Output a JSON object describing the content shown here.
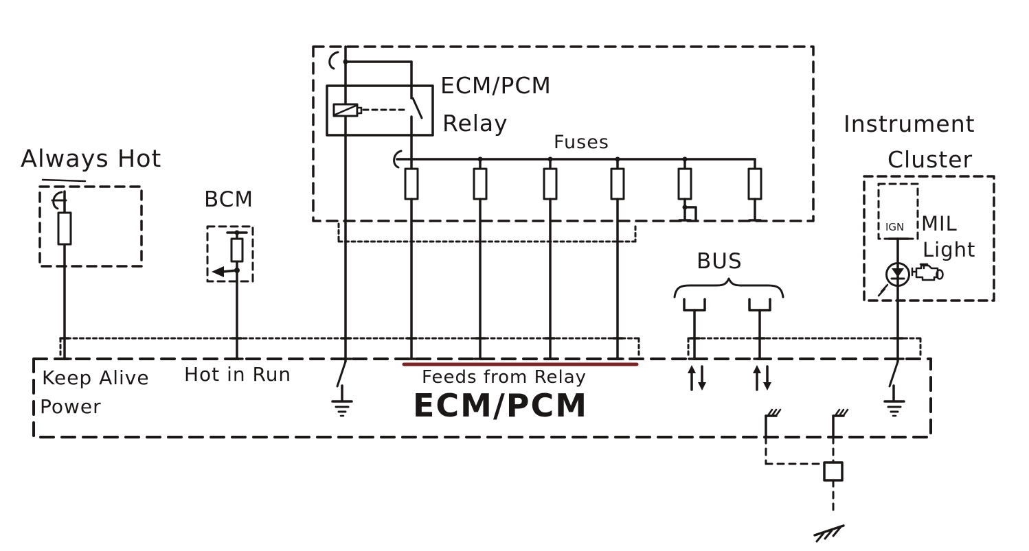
{
  "colors": {
    "ink": "#1c1717",
    "feeds_underline": "#7a2424",
    "background": "#ffffff"
  },
  "labels": {
    "always_hot": "Always Hot",
    "bcm": "BCM",
    "relay_line1": "ECM/PCM",
    "relay_line2": "Relay",
    "fuses": "Fuses",
    "instrument_line1": "Instrument",
    "instrument_line2": "Cluster",
    "ign": "IGN",
    "mil_line1": "MIL",
    "mil_line2": "Light",
    "bus": "BUS",
    "keep_alive_line1": "Keep Alive",
    "keep_alive_line2": "Power",
    "hot_in_run": "Hot in Run",
    "feeds_from_relay": "Feeds from Relay",
    "ecm_pcm": "ECM/PCM"
  }
}
